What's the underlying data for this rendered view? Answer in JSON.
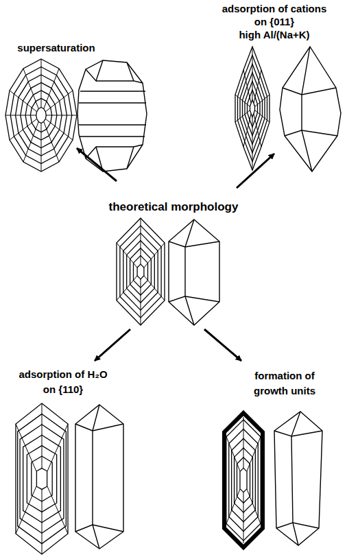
{
  "diagram": {
    "labels": [
      "supersaturation",
      "adsorption of cations",
      "on {011}",
      "high Al/(Na+K)",
      "theoretical morphology",
      "adsorption of H₂O",
      "on {110}",
      "formation of",
      "growth units"
    ]
  }
}
